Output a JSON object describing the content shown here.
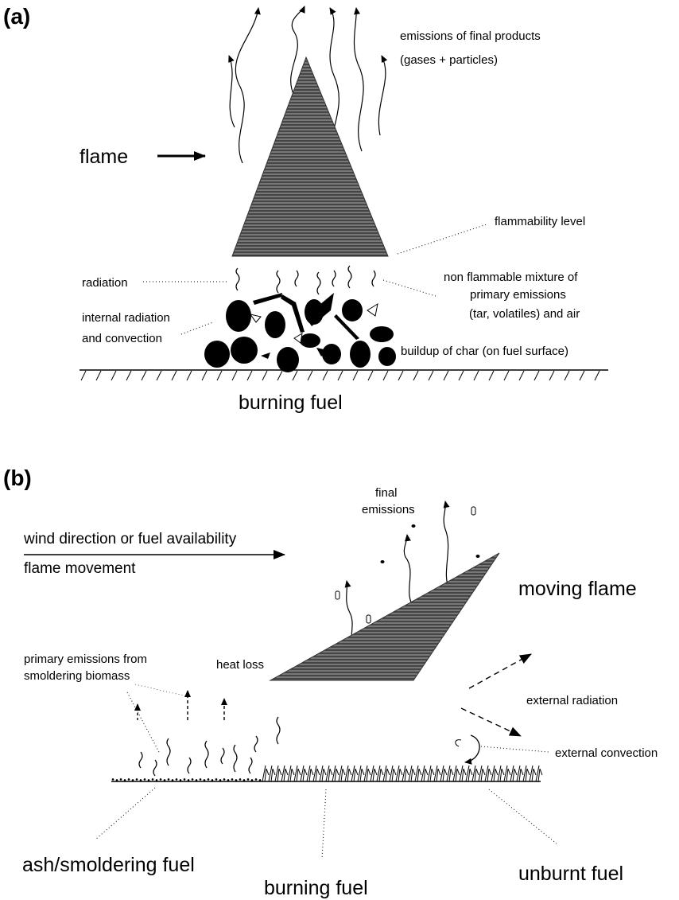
{
  "panel_a": {
    "tag": "(a)",
    "flame_label": "flame",
    "emissions_line1": "emissions of final products",
    "emissions_line2": "(gases + particles)",
    "flammability": "flammability level",
    "radiation": "radiation",
    "nonflam_line1": "non flammable mixture of",
    "nonflam_line2": "primary emissions",
    "nonflam_line3": "(tar, volatiles) and air",
    "internal_line1": "internal radiation",
    "internal_line2": "and convection",
    "char": "buildup of char (on fuel surface)",
    "burning_fuel": "burning fuel"
  },
  "panel_b": {
    "tag": "(b)",
    "final_line1": "final",
    "final_line2": "emissions",
    "wind": "wind direction or fuel availability",
    "flame_movement": "flame movement",
    "moving_flame": "moving flame",
    "primary_line1": "primary emissions from",
    "primary_line2": "smoldering biomass",
    "heat_loss": "heat loss",
    "ext_radiation": "external radiation",
    "ext_convection": "external convection",
    "ash": "ash/smoldering fuel",
    "burning_fuel": "burning fuel",
    "unburnt": "unburnt fuel"
  },
  "colors": {
    "ink": "#000000",
    "flame_fill": "#5a5a5a"
  }
}
